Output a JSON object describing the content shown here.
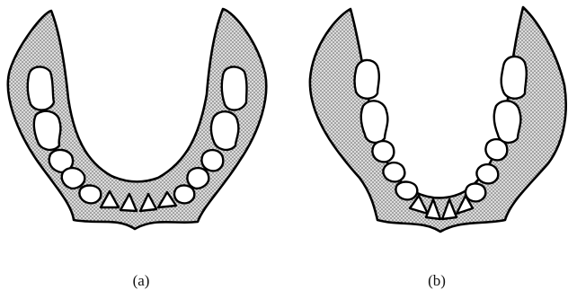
{
  "figure": {
    "panels": [
      {
        "id": "a",
        "caption": "(a)"
      },
      {
        "id": "b",
        "caption": "(b)"
      }
    ],
    "colors": {
      "background": "#ffffff",
      "jaw_fill": "#d9d9d9",
      "stipple": "#555555",
      "outline": "#000000",
      "tooth_fill": "#ffffff"
    }
  }
}
